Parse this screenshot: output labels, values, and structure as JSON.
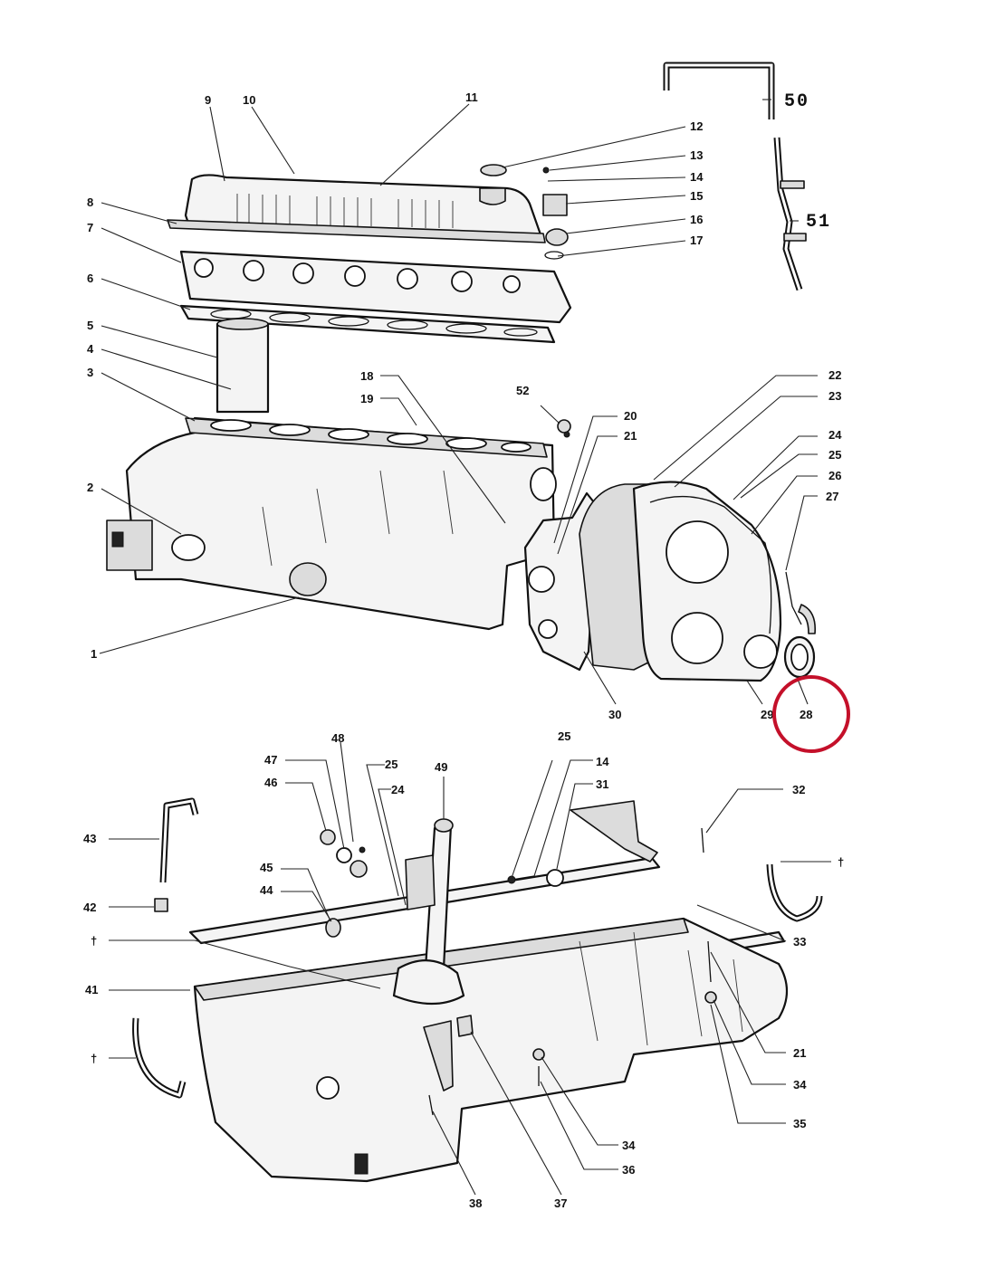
{
  "diagram": {
    "highlighted_part": "28",
    "highlight_color": "#c4102a",
    "labels": [
      {
        "id": "1",
        "text": "1"
      },
      {
        "id": "2",
        "text": "2"
      },
      {
        "id": "3",
        "text": "3"
      },
      {
        "id": "4",
        "text": "4"
      },
      {
        "id": "5",
        "text": "5"
      },
      {
        "id": "6",
        "text": "6"
      },
      {
        "id": "7",
        "text": "7"
      },
      {
        "id": "8",
        "text": "8"
      },
      {
        "id": "9",
        "text": "9"
      },
      {
        "id": "10",
        "text": "10"
      },
      {
        "id": "11",
        "text": "11"
      },
      {
        "id": "12",
        "text": "12"
      },
      {
        "id": "13",
        "text": "13"
      },
      {
        "id": "14a",
        "text": "14"
      },
      {
        "id": "15",
        "text": "15"
      },
      {
        "id": "16",
        "text": "16"
      },
      {
        "id": "17",
        "text": "17"
      },
      {
        "id": "18",
        "text": "18"
      },
      {
        "id": "19",
        "text": "19"
      },
      {
        "id": "20",
        "text": "20"
      },
      {
        "id": "21a",
        "text": "21"
      },
      {
        "id": "22",
        "text": "22"
      },
      {
        "id": "23",
        "text": "23"
      },
      {
        "id": "24a",
        "text": "24"
      },
      {
        "id": "25a",
        "text": "25"
      },
      {
        "id": "26",
        "text": "26"
      },
      {
        "id": "27",
        "text": "27"
      },
      {
        "id": "28",
        "text": "28"
      },
      {
        "id": "29",
        "text": "29"
      },
      {
        "id": "30",
        "text": "30"
      },
      {
        "id": "50",
        "text": "50"
      },
      {
        "id": "51",
        "text": "51"
      },
      {
        "id": "52",
        "text": "52"
      },
      {
        "id": "25b",
        "text": "25"
      },
      {
        "id": "14b",
        "text": "14"
      },
      {
        "id": "31",
        "text": "31"
      },
      {
        "id": "32",
        "text": "32"
      },
      {
        "id": "dag1",
        "text": "†"
      },
      {
        "id": "33",
        "text": "33"
      },
      {
        "id": "21b",
        "text": "21"
      },
      {
        "id": "34a",
        "text": "34"
      },
      {
        "id": "35",
        "text": "35"
      },
      {
        "id": "34b",
        "text": "34"
      },
      {
        "id": "36",
        "text": "36"
      },
      {
        "id": "37",
        "text": "37"
      },
      {
        "id": "38",
        "text": "38"
      },
      {
        "id": "dag2",
        "text": "†"
      },
      {
        "id": "41",
        "text": "41"
      },
      {
        "id": "dag3",
        "text": "†"
      },
      {
        "id": "42",
        "text": "42"
      },
      {
        "id": "43",
        "text": "43"
      },
      {
        "id": "44",
        "text": "44"
      },
      {
        "id": "45",
        "text": "45"
      },
      {
        "id": "46",
        "text": "46"
      },
      {
        "id": "47",
        "text": "47"
      },
      {
        "id": "48",
        "text": "48"
      },
      {
        "id": "25c",
        "text": "25"
      },
      {
        "id": "24b",
        "text": "24"
      },
      {
        "id": "49",
        "text": "49"
      }
    ]
  }
}
